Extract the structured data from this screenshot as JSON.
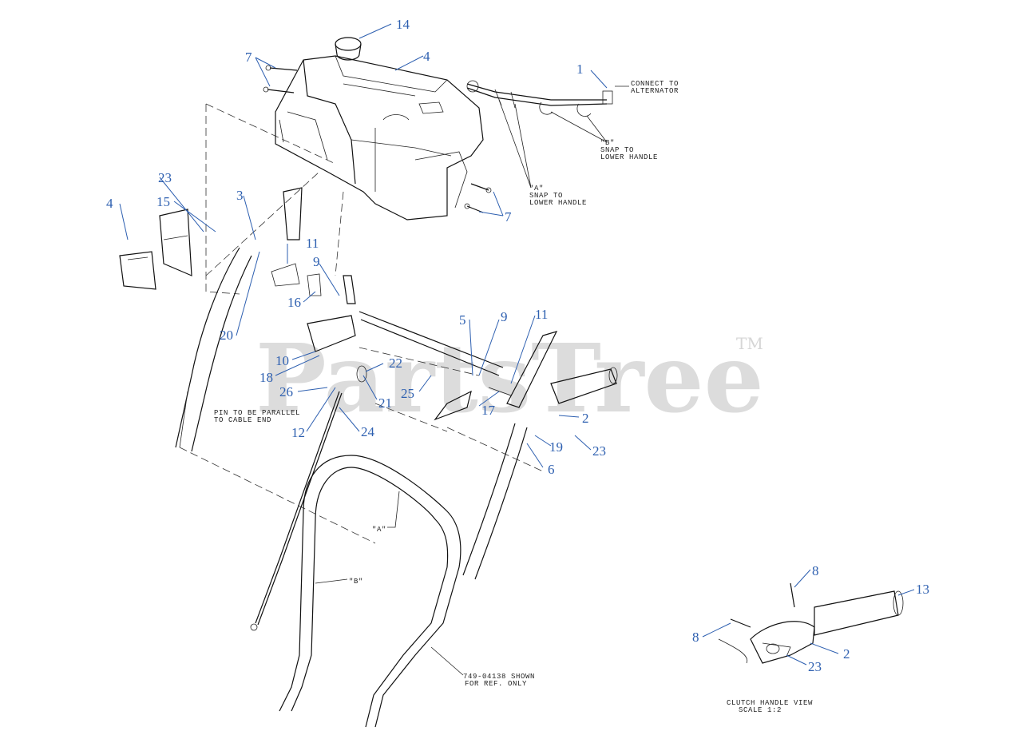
{
  "watermark": {
    "brand": "PartsTree",
    "trademark": "TM"
  },
  "colors": {
    "callout": "#2d5fb0",
    "line_art": "#111111",
    "watermark": "#dcdcdc"
  },
  "callouts": [
    {
      "id": "c14",
      "label": "14"
    },
    {
      "id": "c4a",
      "label": "4"
    },
    {
      "id": "c7a",
      "label": "7"
    },
    {
      "id": "c1",
      "label": "1"
    },
    {
      "id": "c7b",
      "label": "7"
    },
    {
      "id": "c23a",
      "label": "23"
    },
    {
      "id": "c4b",
      "label": "4"
    },
    {
      "id": "c15",
      "label": "15"
    },
    {
      "id": "c3",
      "label": "3"
    },
    {
      "id": "c11a",
      "label": "11"
    },
    {
      "id": "c9a",
      "label": "9"
    },
    {
      "id": "c16",
      "label": "16"
    },
    {
      "id": "c20",
      "label": "20"
    },
    {
      "id": "c10",
      "label": "10"
    },
    {
      "id": "c18",
      "label": "18"
    },
    {
      "id": "c26",
      "label": "26"
    },
    {
      "id": "c22",
      "label": "22"
    },
    {
      "id": "c21",
      "label": "21"
    },
    {
      "id": "c25",
      "label": "25"
    },
    {
      "id": "c12",
      "label": "12"
    },
    {
      "id": "c24",
      "label": "24"
    },
    {
      "id": "c5",
      "label": "5"
    },
    {
      "id": "c9b",
      "label": "9"
    },
    {
      "id": "c11b",
      "label": "11"
    },
    {
      "id": "c17",
      "label": "17"
    },
    {
      "id": "c2a",
      "label": "2"
    },
    {
      "id": "c19",
      "label": "19"
    },
    {
      "id": "c23b",
      "label": "23"
    },
    {
      "id": "c6",
      "label": "6"
    },
    {
      "id": "c8a",
      "label": "8"
    },
    {
      "id": "c13",
      "label": "13"
    },
    {
      "id": "c8b",
      "label": "8"
    },
    {
      "id": "c2b",
      "label": "2"
    },
    {
      "id": "c23c",
      "label": "23"
    }
  ],
  "notes": {
    "alternator_1": "CONNECT TO",
    "alternator_2": "ALTERNATOR",
    "snap_b_1": "\"B\"",
    "snap_b_2": "SNAP TO",
    "snap_b_3": "LOWER HANDLE",
    "snap_a_1": "\"A\"",
    "snap_a_2": "SNAP TO",
    "snap_a_3": "LOWER HANDLE",
    "pin_1": "PIN TO BE PARALLEL",
    "pin_2": "TO CABLE END",
    "mark_a": "\"A\"",
    "mark_b": "\"B\"",
    "ref_1": "749-04138 SHOWN",
    "ref_2": "FOR REF. ONLY",
    "clutch_1": "CLUTCH HANDLE VIEW",
    "clutch_2": "SCALE 1:2"
  }
}
